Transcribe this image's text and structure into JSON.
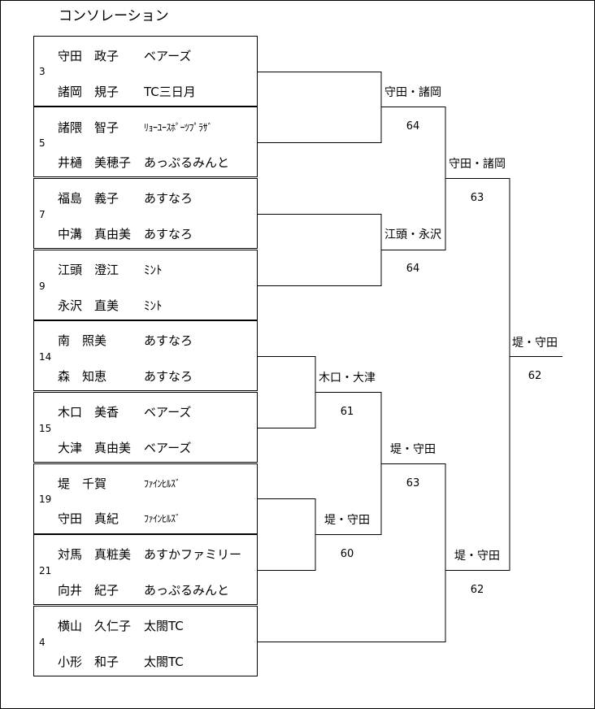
{
  "title": "コンソレーション",
  "teams": [
    {
      "seed": "3",
      "p1": {
        "name": "守田　政子",
        "club": "ベアーズ"
      },
      "p2": {
        "name": "諸岡　規子",
        "club": "TC三日月"
      }
    },
    {
      "seed": "5",
      "p1": {
        "name": "諸隈　智子",
        "club": "ﾘｮｰﾕｰｽﾎﾟｰﾂﾌﾟﾗｻﾞ"
      },
      "p2": {
        "name": "井樋　美穂子",
        "club": "あっぷるみんと"
      }
    },
    {
      "seed": "7",
      "p1": {
        "name": "福島　義子",
        "club": "あすなろ"
      },
      "p2": {
        "name": "中溝　真由美",
        "club": "あすなろ"
      }
    },
    {
      "seed": "9",
      "p1": {
        "name": "江頭　澄江",
        "club": "ﾐﾝﾄ"
      },
      "p2": {
        "name": "永沢　直美",
        "club": "ﾐﾝﾄ"
      }
    },
    {
      "seed": "14",
      "p1": {
        "name": "南　照美",
        "club": "あすなろ"
      },
      "p2": {
        "name": "森　知恵",
        "club": "あすなろ"
      }
    },
    {
      "seed": "15",
      "p1": {
        "name": "木口　美香",
        "club": "ベアーズ"
      },
      "p2": {
        "name": "大津　真由美",
        "club": "ベアーズ"
      }
    },
    {
      "seed": "19",
      "p1": {
        "name": "堤　千賀",
        "club": "ﾌｧｲﾝﾋﾙｽﾞ"
      },
      "p2": {
        "name": "守田　真紀",
        "club": "ﾌｧｲﾝﾋﾙｽﾞ"
      }
    },
    {
      "seed": "21",
      "p1": {
        "name": "対馬　真粧美",
        "club": "あすかファミリー"
      },
      "p2": {
        "name": "向井　紀子",
        "club": "あっぷるみんと"
      }
    },
    {
      "seed": "4",
      "p1": {
        "name": "横山　久仁子",
        "club": "太閤TC"
      },
      "p2": {
        "name": "小形　和子",
        "club": "太閤TC"
      }
    }
  ],
  "results": {
    "r1_a": {
      "winner": "守田・諸岡",
      "score": "64"
    },
    "r1_b": {
      "winner": "江頭・永沢",
      "score": "64"
    },
    "r1_c": {
      "winner": "木口・大津",
      "score": "61"
    },
    "r1_d": {
      "winner": "堤・守田",
      "score": "60"
    },
    "r2_a": {
      "winner": "守田・諸岡",
      "score": "63"
    },
    "r2_b": {
      "winner": "堤・守田",
      "score": "63"
    },
    "r3": {
      "winner": "堤・守田",
      "score": "62"
    },
    "final": {
      "winner": "堤・守田",
      "score": "62"
    }
  }
}
